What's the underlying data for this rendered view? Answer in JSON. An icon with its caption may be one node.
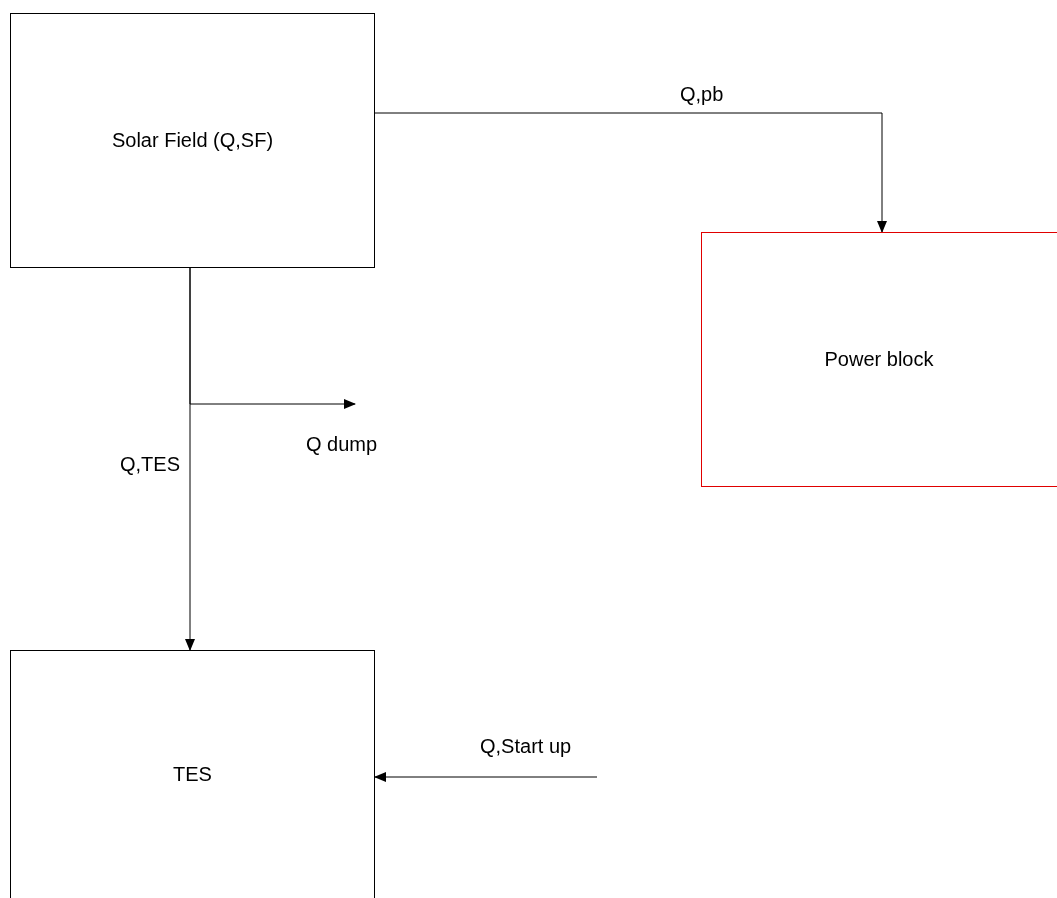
{
  "diagram": {
    "nodes": [
      {
        "text": [
          "Solar Field (Q,SF)"
        ]
      },
      {
        "text": [
          "Power block"
        ]
      },
      {
        "text": [
          "TES"
        ]
      }
    ],
    "edges": [
      {
        "from": 0,
        "to": 1,
        "arrow": "to",
        "label": "Q,pb"
      },
      {
        "from": 0,
        "to": 2,
        "arrow": "to",
        "label": "Q,TES"
      },
      {
        "from": 0,
        "to": null,
        "arrow": "to",
        "label": "Q dump"
      },
      {
        "from": null,
        "to": 2,
        "arrow": "to",
        "label": "Q,Start up"
      }
    ]
  }
}
